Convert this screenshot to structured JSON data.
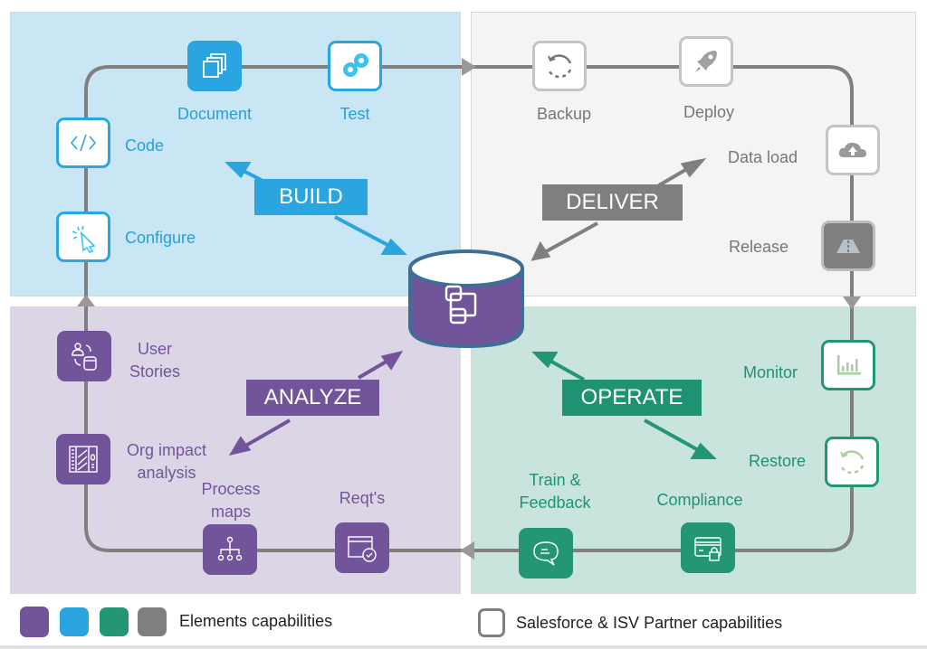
{
  "colors": {
    "build": "#2ba5df",
    "deliver": "#7f7f7f",
    "analyze": "#72549b",
    "operate": "#239675",
    "track": "#808080"
  },
  "phases": {
    "build": "BUILD",
    "deliver": "DELIVER",
    "analyze": "ANALYZE",
    "operate": "OPERATE"
  },
  "nodes": {
    "document": {
      "label": "Document",
      "icon": "stacked-pages-icon",
      "type": "elements"
    },
    "test": {
      "label": "Test",
      "icon": "gears-icon",
      "type": "partner"
    },
    "code": {
      "label": "Code",
      "icon": "code-brackets-icon",
      "type": "partner"
    },
    "configure": {
      "label": "Configure",
      "icon": "cursor-click-icon",
      "type": "partner"
    },
    "backup": {
      "label": "Backup",
      "icon": "dashed-circle-arrow-icon",
      "type": "partner"
    },
    "deploy": {
      "label": "Deploy",
      "icon": "rocket-icon",
      "type": "partner"
    },
    "data_load": {
      "label": "Data load",
      "icon": "cloud-upload-icon",
      "type": "partner"
    },
    "release": {
      "label": "Release",
      "icon": "road-icon",
      "type": "elements"
    },
    "monitor": {
      "label": "Monitor",
      "icon": "bar-chart-icon",
      "type": "partner"
    },
    "restore": {
      "label": "Restore",
      "icon": "dashed-circle-arrow-icon",
      "type": "partner"
    },
    "compliance": {
      "label": "Compliance",
      "icon": "card-lock-icon",
      "type": "elements"
    },
    "train": {
      "label_line1": "Train &",
      "label_line2": "Feedback",
      "icon": "chat-bubble-icon",
      "type": "elements"
    },
    "reqts": {
      "label": "Reqt's",
      "icon": "window-check-icon",
      "type": "elements"
    },
    "process_maps": {
      "label_line1": "Process",
      "label_line2": "maps",
      "icon": "hierarchy-icon",
      "type": "elements"
    },
    "org_impact": {
      "label_line1": "Org impact",
      "label_line2": "analysis",
      "icon": "dashboard-icon",
      "type": "elements"
    },
    "user_stories": {
      "label_line1": "User",
      "label_line2": "Stories",
      "icon": "user-cycle-icon",
      "type": "elements"
    }
  },
  "center": {
    "icon": "org-database-icon"
  },
  "legend": {
    "elements_label": "Elements capabilities",
    "partner_label": "Salesforce & ISV Partner capabilities",
    "swatches": [
      "#72549b",
      "#2ba5df",
      "#239675",
      "#7f7f7f"
    ]
  }
}
